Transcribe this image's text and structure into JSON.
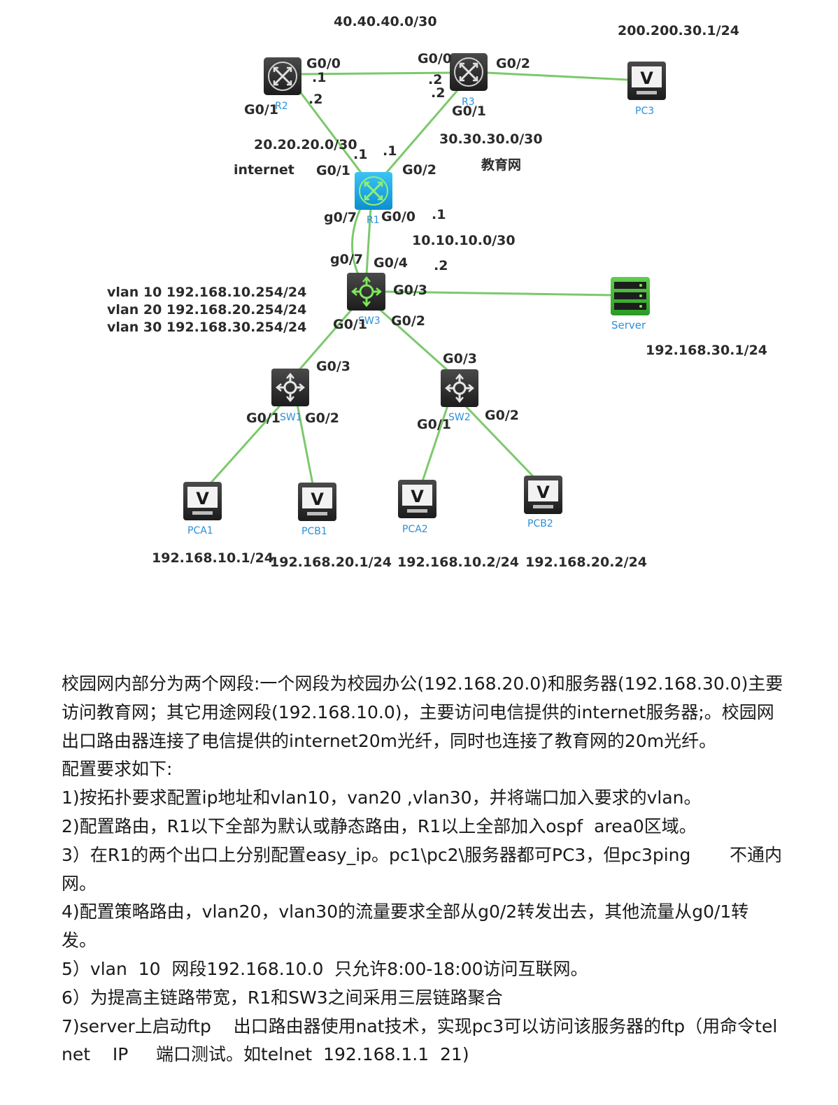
{
  "colors": {
    "link": "#7bc96b",
    "router_r1": "#1aa7e6",
    "device_dark": "#2d2d2d",
    "server": "#3bb534",
    "node_label": "#2a8fd6"
  },
  "diagram": {
    "network_labels": {
      "net_40": "40.40.40.0/30",
      "pc3_ip": "200.200.30.1/24",
      "net_20": "20.20.20.0/30",
      "internet": "internet",
      "net_30": "30.30.30.0/30",
      "edu_net": "教育网",
      "net_10": "10.10.10.0/30",
      "vlan10": "vlan 10 192.168.10.254/24",
      "vlan20": "vlan 20 192.168.20.254/24",
      "vlan30": "vlan 30 192.168.30.254/24",
      "server_ip": "192.168.30.1/24",
      "pca1_ip": "192.168.10.1/24",
      "pcb1_ip": "192.168.20.1/24",
      "pca2_ip": "192.168.10.2/24",
      "pcb2_ip": "192.168.20.2/24"
    },
    "nodes": {
      "r1": {
        "name": "R1",
        "icon": "router-icon"
      },
      "r2": {
        "name": "R2",
        "icon": "router-icon"
      },
      "r3": {
        "name": "R3",
        "icon": "router-icon"
      },
      "sw3": {
        "name": "SW3",
        "icon": "l3-switch-icon"
      },
      "sw1": {
        "name": "SW1",
        "icon": "switch-icon"
      },
      "sw2": {
        "name": "SW2",
        "icon": "switch-icon"
      },
      "pc3": {
        "name": "PC3",
        "icon": "pc-icon"
      },
      "server": {
        "name": "Server",
        "icon": "server-icon"
      },
      "pca1": {
        "name": "PCA1",
        "icon": "pc-icon"
      },
      "pcb1": {
        "name": "PCB1",
        "icon": "pc-icon"
      },
      "pca2": {
        "name": "PCA2",
        "icon": "pc-icon"
      },
      "pcb2": {
        "name": "PCB2",
        "icon": "pc-icon"
      },
      "pc_glyph": "V"
    },
    "ports": {
      "r2_g00": "G0/0",
      "r2_ip1": ".1",
      "r2_g01": "G0/1",
      "r2_ip2": ".2",
      "r3_g00": "G0/0",
      "r3_ip2a": ".2",
      "r3_ip2b": ".2",
      "r3_g01": "G0/1",
      "r3_g02": "G0/2",
      "r1_ip1a": ".1",
      "r1_ip1b": ".1",
      "r1_g01": "G0/1",
      "r1_g02": "G0/2",
      "r1_g07": "g0/7",
      "r1_g00": "G0/0",
      "r1_ip1c": ".1",
      "sw3_g07": "g0/7",
      "sw3_g04": "G0/4",
      "sw3_ip2": ".2",
      "sw3_g03": "G0/3",
      "sw3_g01": "G0/1",
      "sw3_g02": "G0/2",
      "sw1_g03": "G0/3",
      "sw1_g01": "G0/1",
      "sw1_g02": "G0/2",
      "sw2_g03": "G0/3",
      "sw2_g01": "G0/1",
      "sw2_g02": "G0/2"
    }
  },
  "description": {
    "lines": [
      "校园网内部分为两个网段:一个网段为校园办公(192.168.20.0)和服务器(192.168.30.0)主要",
      "访问教育网；其它用途网段(192.168.10.0)，主要访问电信提供的internet服务器;。校园网",
      "出口路由器连接了电信提供的internet20m光纤，同时也连接了教育网的20m光纤。",
      "配置要求如下:",
      "1)按拓扑要求配置ip地址和vlan10，van20 ,vlan30，并将端口加入要求的vlan。",
      "2)配置路由，R1以下全部为默认或静态路由，R1以上全部加入ospf  area0区域。",
      "3）在R1的两个出口上分别配置easy_ip。pc1\\pc2\\服务器都可PC3，但pc3ping       不通内",
      "网。",
      "4)配置策略路由，vlan20，vlan30的流量要求全部从g0/2转发出去，其他流量从g0/1转",
      "发。",
      "5）vlan  10  网段192.168.10.0  只允许8:00-18:00访问互联网。",
      "6）为提高主链路带宽，R1和SW3之间采用三层链路聚合",
      "7)server上启动ftp    出口路由器使用nat技术，实现pc3可以访问该服务器的ftp（用命令tel",
      "net    IP     端口测试。如telnet  192.168.1.1  21)"
    ]
  }
}
